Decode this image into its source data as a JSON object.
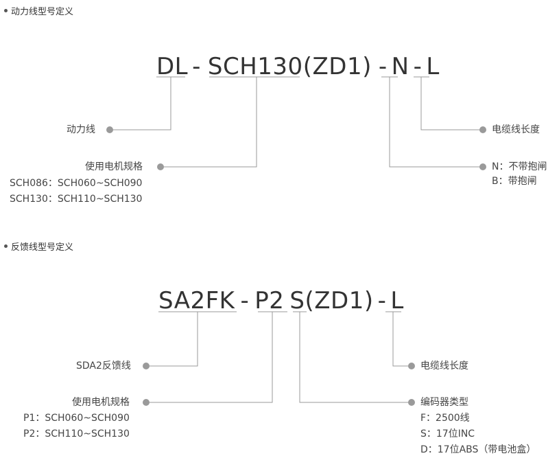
{
  "power": {
    "title": "动力线型号定义",
    "code": {
      "prefix": "DL",
      "dash1": "-",
      "model": "SCH130",
      "variant": "(ZD1)",
      "dash2": "-",
      "brake": "N",
      "dash3": "-",
      "length": "L"
    },
    "labels": {
      "prefix": "动力线",
      "model": "使用电机规格",
      "model_opt1": "SCH086：SCH060~SCH090",
      "model_opt2": "SCH130：SCH110~SCH130",
      "length": "电缆线长度",
      "brake_opt1": "N：不带抱闸",
      "brake_opt2": "B：带抱闸"
    }
  },
  "feedback": {
    "title": "反馈线型号定义",
    "code": {
      "prefix": "SA2FK",
      "dash1": "-",
      "model": "P2",
      "encoder": "S",
      "variant": "(ZD1)",
      "dash2": "-",
      "length": "L"
    },
    "labels": {
      "prefix": "SDA2反馈线",
      "model": "使用电机规格",
      "model_opt1": "P1：SCH060~SCH090",
      "model_opt2": "P2：SCH110~SCH130",
      "length": "电缆线长度",
      "encoder": "编码器类型",
      "encoder_opt1": "F：2500线",
      "encoder_opt2": "S：17位INC",
      "encoder_opt3": "D：17位ABS（带电池盒）"
    }
  },
  "colors": {
    "line": "#999999",
    "text": "#333333",
    "dot": "#9a9a9a"
  }
}
